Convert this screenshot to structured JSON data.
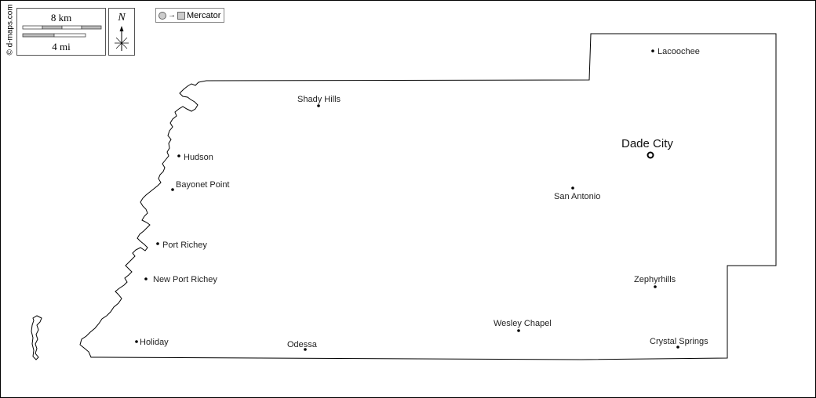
{
  "credit": "© d-maps.com",
  "scale": {
    "km_label": "8 km",
    "mi_label": "4 mi"
  },
  "north_label": "N",
  "projection_label": "Mercator",
  "places": {
    "lacoochee": "Lacoochee",
    "shady_hills": "Shady Hills",
    "dade_city": "Dade City",
    "hudson": "Hudson",
    "bayonet_point": "Bayonet Point",
    "san_antonio": "San Antonio",
    "port_richey": "Port Richey",
    "new_port_richey": "New Port Richey",
    "zephyrhills": "Zephyrhills",
    "wesley_chapel": "Wesley Chapel",
    "holiday": "Holiday",
    "odessa": "Odessa",
    "crystal_springs": "Crystal Springs"
  },
  "colors": {
    "outline": "#000000",
    "background": "#ffffff",
    "legend_fill": "#cccccc"
  }
}
